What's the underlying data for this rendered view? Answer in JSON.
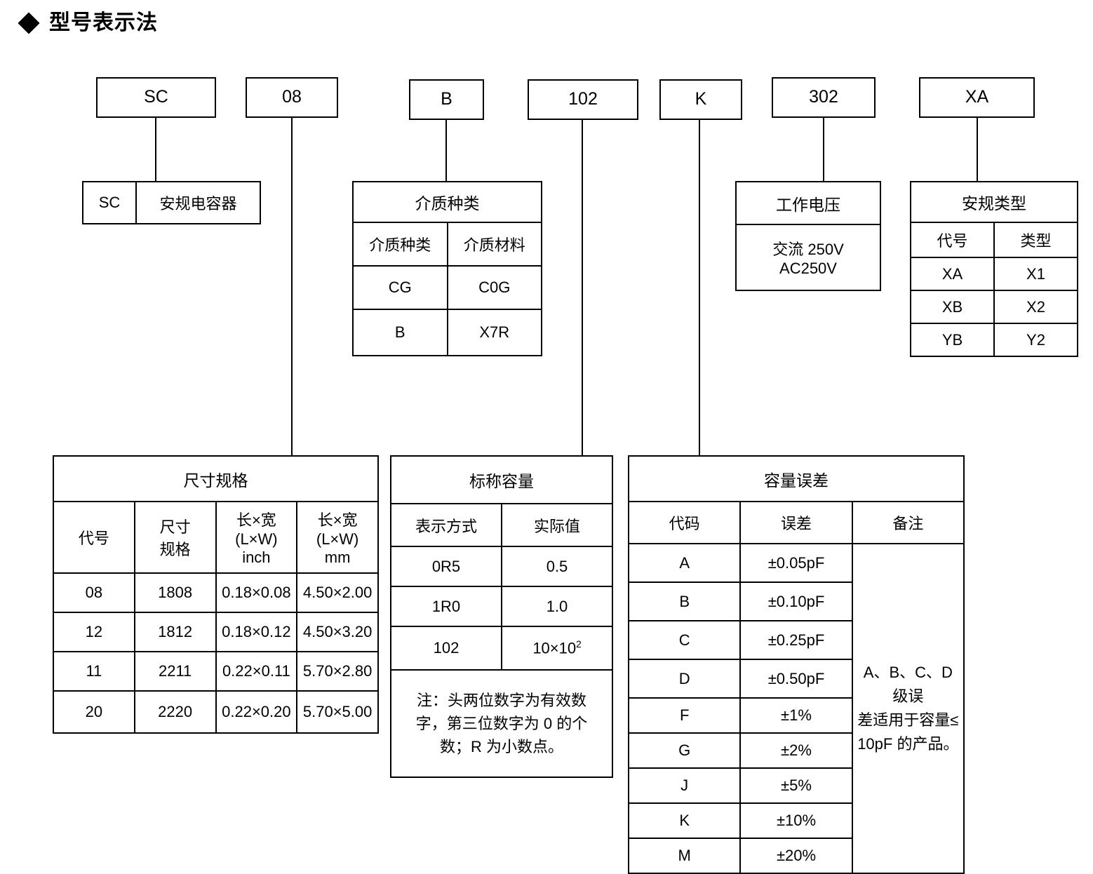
{
  "page": {
    "title": "型号表示法",
    "bullet": "diamond-bullet"
  },
  "part_number": {
    "segments": [
      {
        "code": "SC",
        "name": "series-code"
      },
      {
        "code": "08",
        "name": "size-code"
      },
      {
        "code": "B",
        "name": "dielectric-code"
      },
      {
        "code": "102",
        "name": "capacitance-code"
      },
      {
        "code": "K",
        "name": "tolerance-code"
      },
      {
        "code": "302",
        "name": "voltage-code"
      },
      {
        "code": "XA",
        "name": "safety-class-code"
      }
    ]
  },
  "series_table": {
    "code": "SC",
    "description": "安规电容器"
  },
  "dielectric_table": {
    "title": "介质种类",
    "headers": [
      "介质种类",
      "介质材料"
    ],
    "rows": [
      [
        "CG",
        "C0G"
      ],
      [
        "B",
        "X7R"
      ]
    ]
  },
  "voltage_table": {
    "title": "工作电压",
    "value_line1": "交流 250V",
    "value_line2": "AC250V"
  },
  "safety_table": {
    "title": "安规类型",
    "headers": [
      "代号",
      "类型"
    ],
    "rows": [
      [
        "XA",
        "X1"
      ],
      [
        "XB",
        "X2"
      ],
      [
        "YB",
        "Y2"
      ]
    ]
  },
  "size_table": {
    "title": "尺寸规格",
    "headers": [
      "代号",
      "尺寸\n规格",
      "长×宽\n(L×W)\ninch",
      "长×宽\n(L×W)\nmm"
    ],
    "header_parts": {
      "c0": [
        "代号"
      ],
      "c1": [
        "尺寸",
        "规格"
      ],
      "c2": [
        "长×宽",
        "(L×W)",
        "inch"
      ],
      "c3": [
        "长×宽",
        "(L×W)",
        "mm"
      ]
    },
    "rows": [
      [
        "08",
        "1808",
        "0.18×0.08",
        "4.50×2.00"
      ],
      [
        "12",
        "1812",
        "0.18×0.12",
        "4.50×3.20"
      ],
      [
        "11",
        "2211",
        "0.22×0.11",
        "5.70×2.80"
      ],
      [
        "20",
        "2220",
        "0.22×0.20",
        "5.70×5.00"
      ]
    ]
  },
  "capacitance_table": {
    "title": "标称容量",
    "headers": [
      "表示方式",
      "实际值"
    ],
    "rows": [
      {
        "notation": "0R5",
        "value": "0.5",
        "sup": ""
      },
      {
        "notation": "1R0",
        "value": "1.0",
        "sup": ""
      },
      {
        "notation": "102",
        "value": "10×10",
        "sup": "2"
      }
    ],
    "note_line1": "注：头两位数字为有效数",
    "note_line2": "字，第三位数字为 0 的个",
    "note_line3": "数；R 为小数点。"
  },
  "tolerance_table": {
    "title": "容量误差",
    "headers": [
      "代码",
      "误差",
      "备注"
    ],
    "rows": [
      [
        "A",
        "±0.05pF"
      ],
      [
        "B",
        "±0.10pF"
      ],
      [
        "C",
        "±0.25pF"
      ],
      [
        "D",
        "±0.50pF"
      ],
      [
        "F",
        "±1%"
      ],
      [
        "G",
        "±2%"
      ],
      [
        "J",
        "±5%"
      ],
      [
        "K",
        "±10%"
      ],
      [
        "M",
        "±20%"
      ]
    ],
    "remark_line1": "A、B、C、D 级误",
    "remark_line2": "差适用于容量≤",
    "remark_line3": "10pF 的产品。"
  },
  "colors": {
    "ink": "#000000",
    "paper": "#ffffff"
  }
}
